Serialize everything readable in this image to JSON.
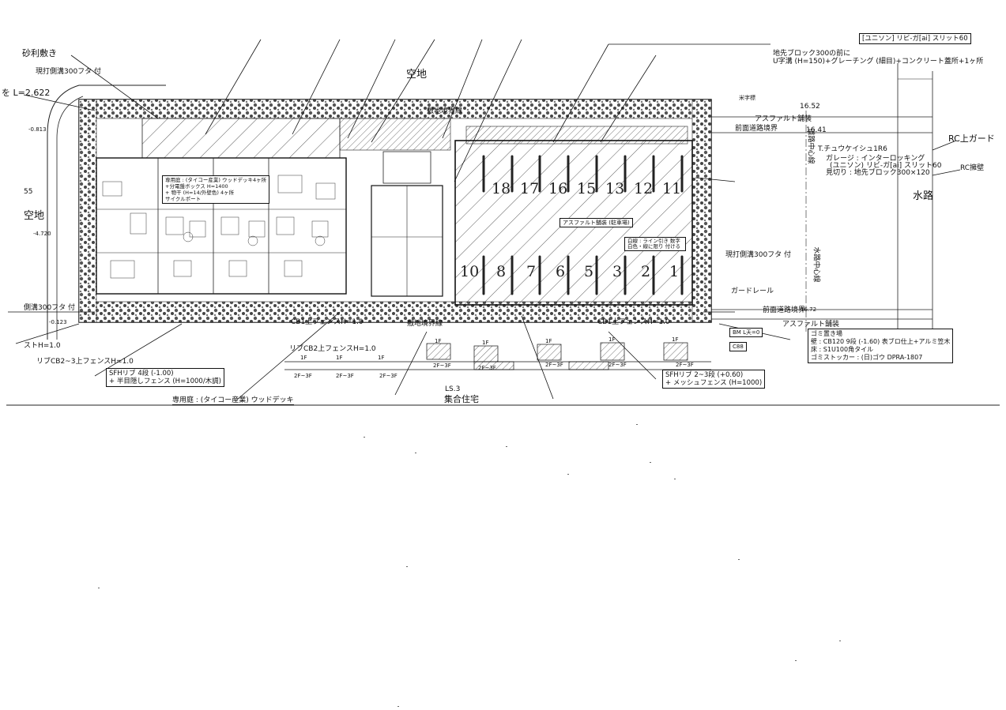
{
  "top_right_note": "[ユニソン] リビ-ガ[ai] スリット60",
  "site_labels": {
    "vacant_top": "空地",
    "vacant_left": "空地",
    "waterway": "水路",
    "housing": "集合住宅",
    "ls3": "LS.3"
  },
  "left_labels": [
    {
      "text": "砂利敷き"
    },
    {
      "text": "現打側溝300フタ 付"
    },
    {
      "text": "を L=2.622"
    },
    {
      "text": "-0.813"
    },
    {
      "text": "55"
    },
    {
      "text": "-4.720"
    },
    {
      "text": "側溝300フタ 付"
    },
    {
      "text": "-0.123"
    },
    {
      "text": "ストH=1.0"
    },
    {
      "text": "リブCB2~3上フェンスH=1.0"
    }
  ],
  "right_labels": [
    {
      "text": "地先ブロック300の前に"
    },
    {
      "text": "U字溝 (H=150)+グレーチング (細目)+コンクリート蓋所+1ヶ所"
    },
    {
      "text": "アスファルト舗装"
    },
    {
      "text": "前面道路境界"
    },
    {
      "text": "16.52"
    },
    {
      "text": "16.41"
    },
    {
      "text": "T.チュウケイシュ1R6"
    },
    {
      "text": "ガレージ : インターロッキング"
    },
    {
      "text": "(ユニソン) リビ-ガ[ai] スリット60"
    },
    {
      "text": "見切り : 地先ブロック300×120"
    },
    {
      "text": "RC上ガード"
    },
    {
      "text": "RC擁壁"
    },
    {
      "text": "水路中心線"
    },
    {
      "text": "道路中心線"
    },
    {
      "text": "現打側溝300フタ 付"
    },
    {
      "text": "ガードレール"
    },
    {
      "text": "前面道路境界"
    },
    {
      "text": "アスファルト舗装"
    },
    {
      "text": "BM L天=0"
    },
    {
      "text": "C88"
    },
    {
      "text": "16.72"
    },
    {
      "text": "米字標"
    }
  ],
  "notes": {
    "garbage": "ゴミ置き場\n壁 : CB120 9段 (-1.60) 表ブロ仕上+アルミ笠木\n床 : S1U100角タイル\nゴミストッカー : (日)ゴウ DPRA-1807",
    "fence1": "SFHリブ 4段 (-1.00)\n+ 半目隠しフェンス (H=1000/木調)",
    "fence2": "SFHリブ 2~3段 (+0.60)\n+ メッシュフェンス (H=1000)",
    "bicycle": "専用庭 : (タイコー産業) ウッドデッキ",
    "parking_surface": "アスファルト舗装 (駐車場)",
    "line_paint": "白線 : ライン引き 数字 白色・線に限り 付ける",
    "unit_note": "専用庭 : (タイコー産業) ウッドデッキ4ヶ所\n+分電盤ボックス H=1400\n+ 物干 (H=14/外壁色) 4ヶ所\nサイクルポート"
  },
  "bottom_labels": [
    {
      "text": "リブCB2上フェンスH=1.0"
    },
    {
      "text": "CB1上フェンスH=1.0"
    },
    {
      "text": "CB1上フェンスH=1.0"
    },
    {
      "text": "敷地境界線"
    },
    {
      "text": "敷地境界線"
    }
  ],
  "parking": {
    "top_row": [
      "18",
      "17",
      "16",
      "15",
      "13",
      "12",
      "11"
    ],
    "bottom_row": [
      "10",
      "8",
      "7",
      "6",
      "5",
      "3",
      "2",
      "1"
    ]
  },
  "section_marks": [
    "1F",
    "1F",
    "1F",
    "1F",
    "1F",
    "1F",
    "1F",
    "1F",
    "2F~3F",
    "2F~3F",
    "2F~3F",
    "2F~3F",
    "2F~3F",
    "2F~3F",
    "2F~3F",
    "2F~3F"
  ]
}
